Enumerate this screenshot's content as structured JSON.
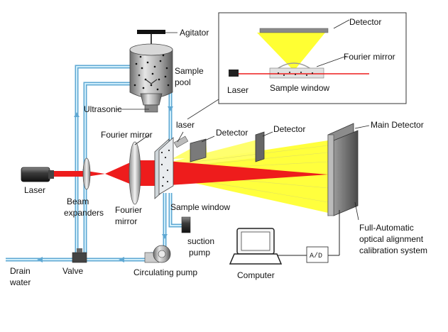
{
  "labels": {
    "agitator": "Agitator",
    "sample_pool_1": "Sample",
    "sample_pool_2": "pool",
    "ultrasonic": "Ultrasonic",
    "laser_left": "Laser",
    "beam_expanders_1": "Beam",
    "beam_expanders_2": "expanders",
    "fourier_mirror_top": "Fourier mirror",
    "fourier_mirror_low_1": "Fourier",
    "fourier_mirror_low_2": "mirror",
    "laser_small": "laser",
    "detector_1": "Detector",
    "detector_2": "Detector",
    "main_detector": "Main Detector",
    "sample_window": "Sample window",
    "suction_pump_1": "suction",
    "suction_pump_2": "pump",
    "drain_1": "Drain",
    "drain_2": "water",
    "valve": "Valve",
    "circulating_pump": "Circulating pump",
    "computer": "Computer",
    "ad": "A/D",
    "full_auto_1": "Full-Automatic",
    "full_auto_2": "optical alignment",
    "full_auto_3": "calibration system"
  },
  "inset": {
    "detector": "Detector",
    "fourier_mirror": "Fourier mirror",
    "laser": "Laser",
    "sample_window": "Sample window"
  },
  "colors": {
    "beam": "#ee1c1c",
    "scatter": "#ffff33",
    "pipe": "#a9d8f0",
    "pipe_edge": "#5fa8d3"
  }
}
